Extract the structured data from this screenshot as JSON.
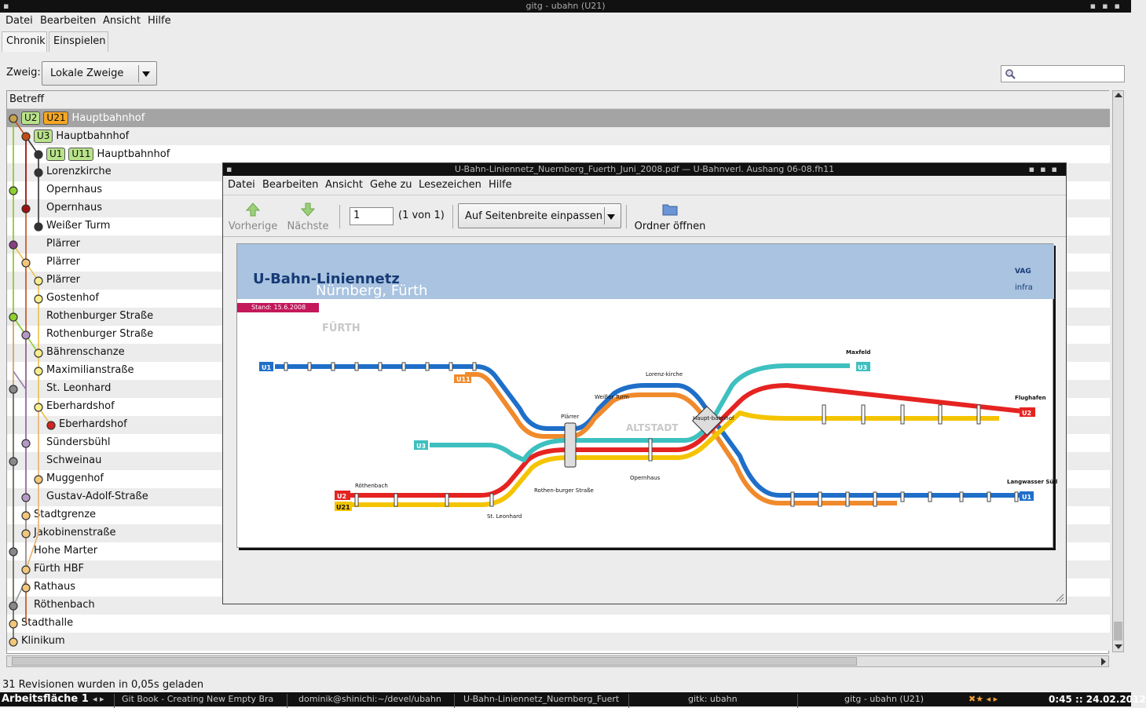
{
  "window": {
    "title": "gitg - ubahn (U21)"
  },
  "menu": {
    "file": "Datei",
    "edit": "Bearbeiten",
    "view": "Ansicht",
    "help": "Hilfe"
  },
  "tabs": {
    "history": "Chronik",
    "commit": "Einspielen"
  },
  "branch": {
    "label": "Zweig:",
    "value": "Lokale Zweige"
  },
  "list": {
    "header": "Betreff"
  },
  "commits": [
    {
      "tags": [
        "U2",
        "U21"
      ],
      "subject": "Hauptbahnhof"
    },
    {
      "tags": [
        "U3"
      ],
      "subject": "Hauptbahnhof"
    },
    {
      "tags": [
        "U1",
        "U11"
      ],
      "subject": "Hauptbahnhof"
    },
    {
      "tags": [],
      "subject": "Lorenzkirche"
    },
    {
      "tags": [],
      "subject": "Opernhaus"
    },
    {
      "tags": [],
      "subject": "Opernhaus"
    },
    {
      "tags": [],
      "subject": "Weißer Turm"
    },
    {
      "tags": [],
      "subject": "Plärrer"
    },
    {
      "tags": [],
      "subject": "Plärrer"
    },
    {
      "tags": [],
      "subject": "Plärrer"
    },
    {
      "tags": [],
      "subject": "Gostenhof"
    },
    {
      "tags": [],
      "subject": "Rothenburger Straße"
    },
    {
      "tags": [],
      "subject": "Rothenburger Straße"
    },
    {
      "tags": [],
      "subject": "Bährenschanze"
    },
    {
      "tags": [],
      "subject": "Maximilianstraße"
    },
    {
      "tags": [],
      "subject": "St. Leonhard"
    },
    {
      "tags": [],
      "subject": "Eberhardshof"
    },
    {
      "tags": [],
      "subject": "Eberhardshof"
    },
    {
      "tags": [],
      "subject": "Sündersbühl"
    },
    {
      "tags": [],
      "subject": "Schweinau"
    },
    {
      "tags": [],
      "subject": "Muggenhof"
    },
    {
      "tags": [],
      "subject": "Gustav-Adolf-Straße"
    },
    {
      "tags": [],
      "subject": "Stadtgrenze"
    },
    {
      "tags": [],
      "subject": "Jakobinenstraße"
    },
    {
      "tags": [],
      "subject": "Hohe Marter"
    },
    {
      "tags": [],
      "subject": "Fürth HBF"
    },
    {
      "tags": [],
      "subject": "Rathaus"
    },
    {
      "tags": [],
      "subject": "Röthenbach"
    },
    {
      "tags": [],
      "subject": "Stadthalle"
    },
    {
      "tags": [],
      "subject": "Klinikum"
    }
  ],
  "status": "31 Revisionen wurden in 0,05s geladen",
  "pdf": {
    "title": "U-Bahn-Liniennetz_Nuernberg_Fuerth_Juni_2008.pdf — U-Bahnverl. Aushang 06-08.fh11",
    "menu": {
      "file": "Datei",
      "edit": "Bearbeiten",
      "view": "Ansicht",
      "goto": "Gehe zu",
      "bookmarks": "Lesezeichen",
      "help": "Hilfe"
    },
    "prev": "Vorherige",
    "next": "Nächste",
    "page_value": "1",
    "page_count": "(1 von 1)",
    "fit": "Auf Seitenbreite einpassen",
    "open_folder": "Ordner öffnen",
    "doc": {
      "title": "U-Bahn-Liniennetz",
      "subtitle": "Nürnberg, Fürth",
      "stand": "Stand: 15.6.2008",
      "fuerth": "FÜRTH",
      "altstadt": "ALTSTADT",
      "vag": "VAG",
      "infra": "infra",
      "labels": {
        "u1": "U1",
        "u11": "U11",
        "u2": "U2",
        "u21": "U21",
        "u3": "U3",
        "hbf": "Haupt-bahnhof",
        "flughafen": "Flughafen",
        "maxfeld": "Maxfeld",
        "langwasser": "Langwasser Süd",
        "plaerrer": "Plärrer",
        "weisser": "Weißer Turm",
        "lorenz": "Lorenz-kirche",
        "roethenbach": "Röthenbach",
        "leonhard": "St. Leonhard",
        "rothenburger": "Rothen-burger Straße",
        "opernhaus": "Opernhaus"
      }
    }
  },
  "taskbar": {
    "workspace": "Arbeitsfläche 1",
    "tasks": [
      "Git Book - Creating New Empty Bra",
      "dominik@shinichi:~/devel/ubahn",
      "U-Bahn-Liniennetz_Nuernberg_Fuert",
      "gitk: ubahn",
      "gitg - ubahn (U21)"
    ],
    "clock": "0:45 :: 24.02.2012"
  },
  "colors": {
    "u1": "#1f6fc9",
    "u2": "#e52321",
    "u21": "#f5c400",
    "u3": "#3ec0bf",
    "u11": "#f08a2c",
    "selection": "#a4a4a4"
  }
}
